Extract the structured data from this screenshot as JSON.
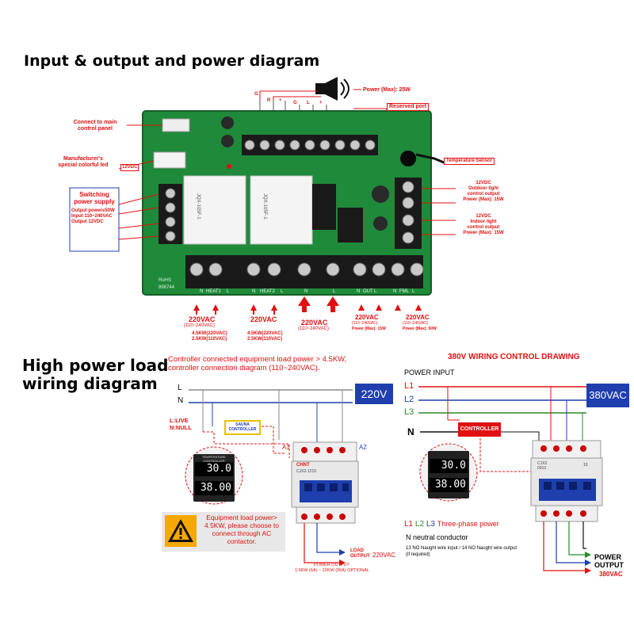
{
  "section1": {
    "title": "Input & output and power diagram",
    "speaker_label": "Power (Max): 25W",
    "reserved_port": "Reserved port",
    "top_pins": [
      "G",
      "R",
      "+",
      "G",
      "L",
      "+"
    ],
    "connect_main_panel": "Connect to main\ncontrol panel",
    "manufacturer_led": "Manufacturer's\nspecial colorful led",
    "led_voltage": "12VDC",
    "temperature_sensor": "Temperature Sensor",
    "switching_title": "Switching\npower supply",
    "switching_specs": "Output power≤50W\nInput 110~240VAC\nOutput 12VDC",
    "outdoor_light": "12VDC\nOutdoor light\ncontrol output\nPower (Max): 15W",
    "indoor_light": "12VDC\nIndoor light\ncontrol output\nPower (Max): 15W",
    "board_text": [
      "RoHS",
      "898744"
    ],
    "relay_text": [
      "JQX-105F-1",
      "JQX-105F-1"
    ],
    "bottom_pin_labels": [
      "N",
      "HEAT1",
      "L",
      "N",
      "HEAT2",
      "L",
      "N",
      "L",
      "N",
      "OUT",
      "L",
      "N",
      "FML",
      "L"
    ],
    "bottom_groups": [
      {
        "voltage": "220VAC",
        "range": "(110~240VAC)",
        "powers": "4.5KW(220VAC)\n2.5KW(110VAC)"
      },
      {
        "voltage": "220VAC",
        "range": "",
        "powers": "4.5KW(220VAC)\n2.5KW(110VAC)"
      },
      {
        "voltage": "220VAC",
        "range": "(110~240VAC)",
        "powers": ""
      },
      {
        "voltage": "220VAC",
        "range": "(110~240VAC)",
        "powers": "Power (Max): 15W"
      },
      {
        "voltage": "220VAC",
        "range": "(110~240VAC)",
        "powers": "Power (Max): 50W"
      }
    ]
  },
  "section2": {
    "title_line1": "High power load",
    "title_line2": "wiring diagram",
    "description": "Controller connected equipment load power > 4.5KW,\ncontroller connection diagram (110~240VAC).",
    "line_labels": [
      "L",
      "N"
    ],
    "voltage_box": "220V",
    "legend": "L:LIVE\nN:NULL",
    "sauna_controller": "SAUNA\nCONTROLLER",
    "a1": "A1",
    "a2": "A2",
    "display_header": "TEMPERATURE CONTROLLER",
    "display_values": [
      "30.0",
      "38.00"
    ],
    "contactor_brand": "CHNT",
    "contactor_model": "CJX2-1210",
    "warning": "Equipment load power>\n4.5KW, please choose to\nconnect through AC\ncontactor.",
    "load_output": "LOAD\nOUTPUT",
    "output_voltage": "220VAC",
    "power_output": "POWER OUTPUT",
    "power_range": "1.5KW (6A) ~ 22KW (95A) OPTIONAL"
  },
  "section3": {
    "title": "380V WIRING CONTROL DRAWING",
    "power_input": "POWER INPUT",
    "lines": [
      "L1",
      "L2",
      "L3"
    ],
    "neutral": "N",
    "voltage_box": "380VAC",
    "controller": "CONTROLLER",
    "display_values": [
      "30.0",
      "38.00"
    ],
    "contactor_model": "CJX2\n0910",
    "contactor_small": "10",
    "phase_labels": [
      "L1",
      "L2",
      "L3"
    ],
    "three_phase": "Three-phase power",
    "neutral_conductor": "N neutral conductor",
    "naught_note": "13 NO Naught wire input / 14 NO Naught wire output\n(if required)",
    "power_output": "POWER\nOUTPUT",
    "output_voltage": "380VAC"
  },
  "colors": {
    "red": "#e01010",
    "blue": "#1f3fae",
    "board_green": "#1f8a3a",
    "line_gray": "#8a8a8a",
    "line_green": "#2a8a2a"
  }
}
